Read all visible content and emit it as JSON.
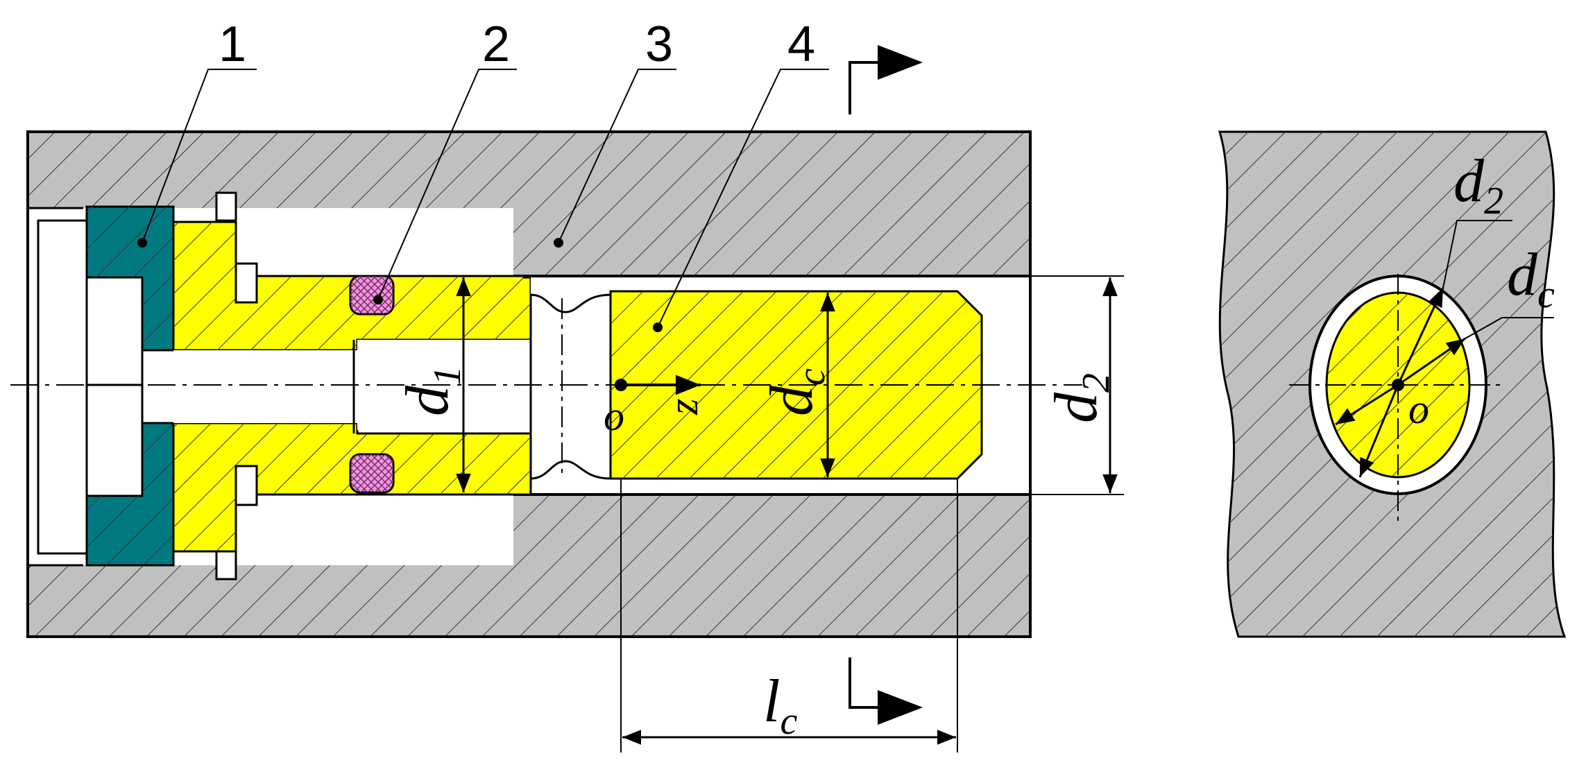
{
  "colors": {
    "housing": "#c0c0c0",
    "nut": "#007a80",
    "plug": "#ffff00",
    "seal": "#ee99dd",
    "line": "#000000"
  },
  "callouts": [
    "1",
    "2",
    "3",
    "4"
  ],
  "labels": {
    "d1": {
      "main": "d",
      "sub": "1"
    },
    "dc": {
      "main": "d",
      "sub": "c"
    },
    "d2": {
      "main": "d",
      "sub": "2"
    },
    "lc": {
      "main": "l",
      "sub": "c"
    },
    "origin": "o",
    "axis_z": "z"
  },
  "section_view_labels": {
    "d2": {
      "main": "d",
      "sub": "2"
    },
    "dc": {
      "main": "d",
      "sub": "c"
    },
    "origin": "o"
  }
}
